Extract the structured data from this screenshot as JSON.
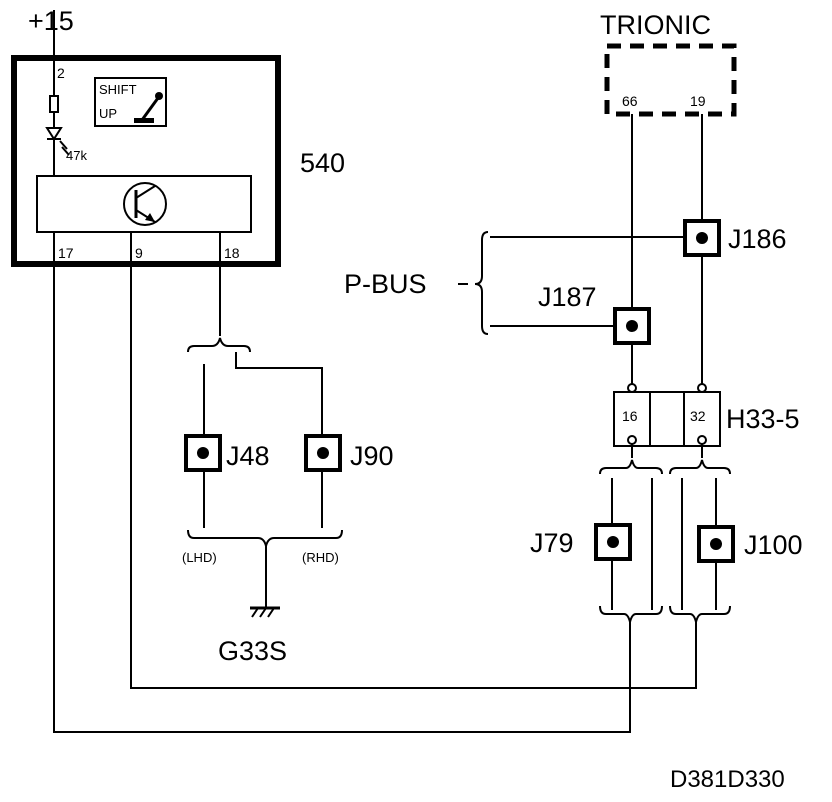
{
  "supply": {
    "label": "+15"
  },
  "module": {
    "id": "540",
    "pin_top": "2",
    "resistor_value": "47k",
    "shift_up_line1": "SHIFT",
    "shift_up_line2": "UP",
    "pins": [
      "17",
      "9",
      "18"
    ]
  },
  "ecu": {
    "name": "TRIONIC",
    "pins": [
      "66",
      "19"
    ]
  },
  "bus": {
    "label": "P-BUS"
  },
  "splices": [
    "J186",
    "J187",
    "J48",
    "J90",
    "J79",
    "J100"
  ],
  "connector": {
    "id": "H33-5",
    "pins": [
      "16",
      "32"
    ]
  },
  "variants": {
    "left": "(LHD)",
    "right": "(RHD)"
  },
  "ground": {
    "id": "G33S"
  },
  "diagram_code": "D381D330"
}
